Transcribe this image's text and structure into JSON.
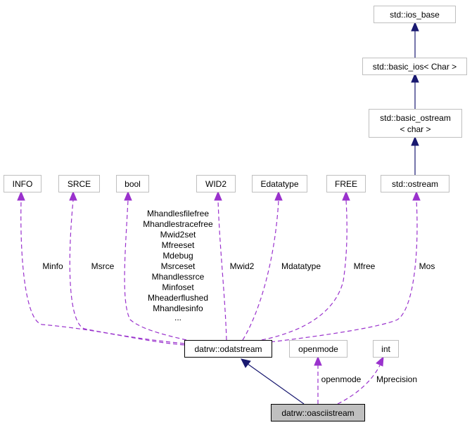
{
  "nodes": {
    "ios_base": "std::ios_base",
    "basic_ios": "std::basic_ios< Char >",
    "basic_ostream_line1": "std::basic_ostream",
    "basic_ostream_line2": "< char >",
    "ostream": "std::ostream",
    "info": "INFO",
    "srce": "SRCE",
    "bool": "bool",
    "wid2": "WID2",
    "edatatype": "Edatatype",
    "free": "FREE",
    "odatstream": "datrw::odatstream",
    "openmode": "openmode",
    "int": "int",
    "oasciistream": "datrw::oasciistream"
  },
  "edge_labels": {
    "info": "Minfo",
    "srce": "Msrce",
    "bool": [
      "Mhandlesfilefree",
      "Mhandlestracefree",
      "Mwid2set",
      "Mfreeset",
      "Mdebug",
      "Msrceset",
      "Mhandlessrce",
      "Minfoset",
      "Mheaderflushed",
      "Mhandlesinfo",
      "..."
    ],
    "wid2": "Mwid2",
    "edatatype": "Mdatatype",
    "free": "Mfree",
    "ostream": "Mos",
    "openmode": "openmode",
    "int": "Mprecision"
  },
  "colors": {
    "inheritance": "#191970",
    "usage": "#9a32cd",
    "node_border": "#bfbfbf",
    "focus_fill": "#bfbfbf"
  }
}
